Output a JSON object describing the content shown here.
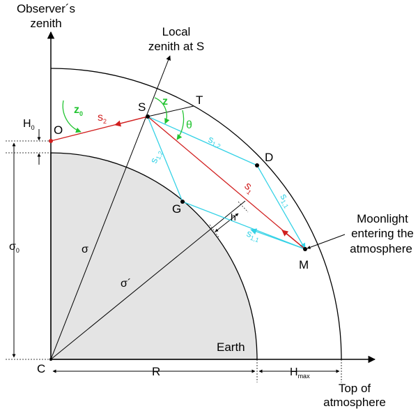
{
  "labels": {
    "observer_zenith_line1": "Observer´s",
    "observer_zenith_line2": "zenith",
    "local_zenith_line1": "Local",
    "local_zenith_line2": "zenith at S",
    "point_S": "S",
    "point_T": "T",
    "point_O": "O",
    "point_D": "D",
    "point_G": "G",
    "point_M": "M",
    "point_C": "C",
    "H0_base": "H",
    "H0_sub": "0",
    "z0_base": "z",
    "z0_sub": "0",
    "z": "z",
    "theta": "θ",
    "s2_base": "s",
    "s2_sub": "2",
    "s1_base": "s",
    "s1_sub": "1",
    "s12_base": "s",
    "s12_sub": "1,2",
    "s11_base": "s",
    "s11_sub": "1,1",
    "h": "h",
    "sigma": "σ",
    "sigma_prime": "σ´",
    "sigma0_base": "σ",
    "sigma0_sub": "0",
    "R": "R",
    "Hmax_base": "H",
    "Hmax_sub": "max",
    "earth": "Earth",
    "moonlight_line1": "Moonlight",
    "moonlight_line2": "entering the",
    "moonlight_line3": "atmosphere",
    "top_line1": "Top of",
    "top_line2": "atmosphere"
  },
  "colors": {
    "earth_fill": "#e4e4e4",
    "ray_red": "#d11f1f",
    "ray_cyan": "#35d2e6",
    "angle_green": "#22c431",
    "line_black": "#000000"
  }
}
